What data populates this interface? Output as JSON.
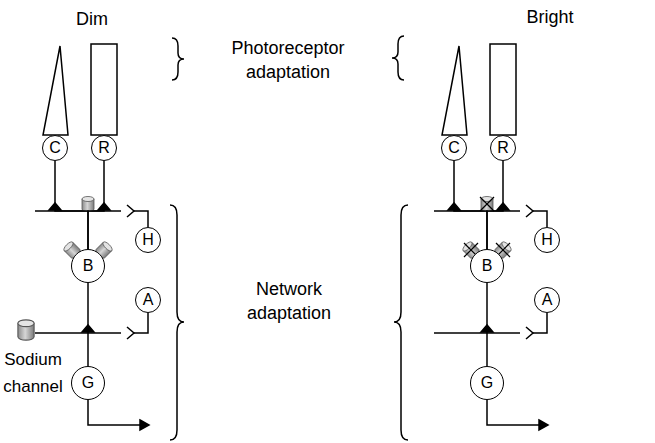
{
  "diagram": {
    "nodes": [
      {
        "text": [
          "C"
        ]
      },
      {
        "text": [
          "R"
        ]
      },
      {
        "text": [
          "B"
        ]
      },
      {
        "text": [
          "H"
        ]
      },
      {
        "text": [
          "A"
        ]
      },
      {
        "text": [
          "G"
        ]
      },
      {
        "text": [
          "C"
        ]
      },
      {
        "text": [
          "R"
        ]
      },
      {
        "text": [
          "B"
        ]
      },
      {
        "text": [
          "H"
        ]
      },
      {
        "text": [
          "A"
        ]
      },
      {
        "text": [
          "G"
        ]
      }
    ],
    "edges": [
      {
        "from": 0,
        "to": 2,
        "arrow": "none"
      },
      {
        "from": 1,
        "to": 2,
        "arrow": "none"
      },
      {
        "from": 2,
        "to": 5,
        "arrow": "none"
      },
      {
        "from": 6,
        "to": 8,
        "arrow": "none"
      },
      {
        "from": 7,
        "to": 8,
        "arrow": "none"
      },
      {
        "from": 8,
        "to": 11,
        "arrow": "none"
      }
    ],
    "labels": [
      "Dim",
      "Bright",
      "Photoreceptor adaptation",
      "Network adaptation"
    ],
    "legend": [
      {
        "text": "Sodium channel"
      }
    ]
  }
}
